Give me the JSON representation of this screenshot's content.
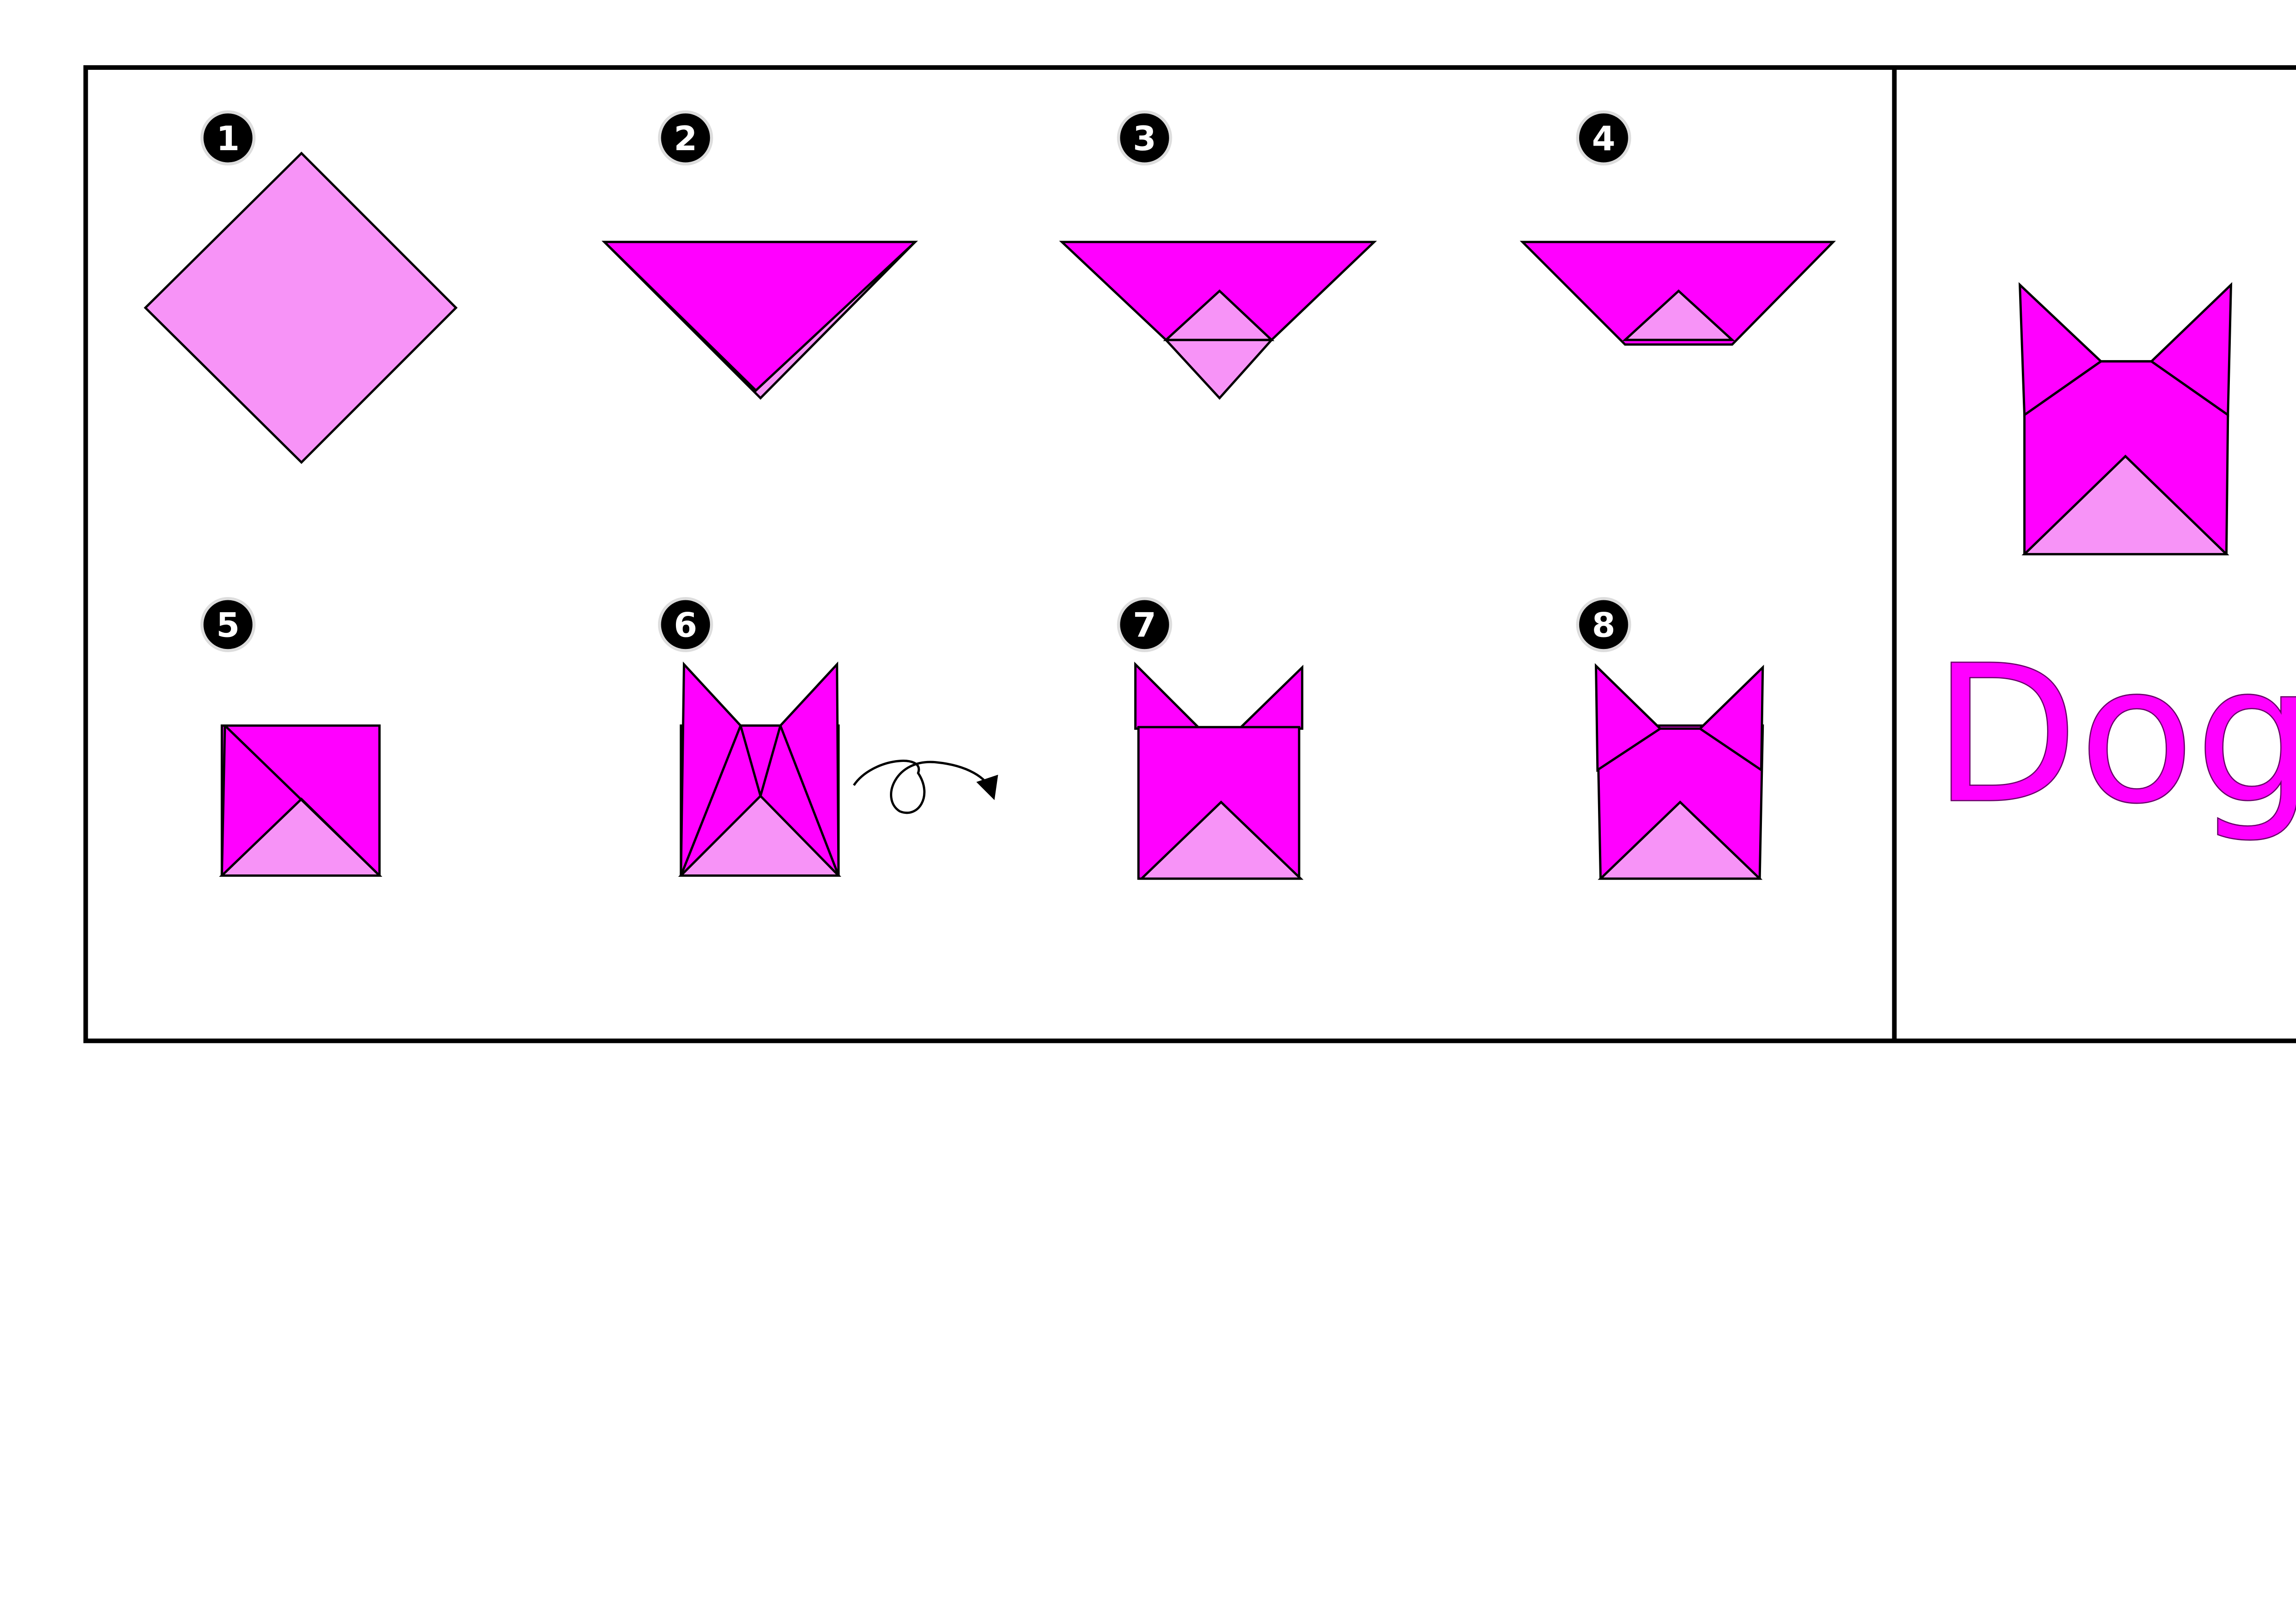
{
  "title": "Dog",
  "colors": {
    "magenta": "#ff00ff",
    "light_pink": "#f793f7",
    "stroke": "#000000",
    "badge_fill": "#000000",
    "badge_text": "#ffffff",
    "title_color": "#ff00ff"
  },
  "steps": [
    {
      "number": "1"
    },
    {
      "number": "2"
    },
    {
      "number": "3"
    },
    {
      "number": "4"
    },
    {
      "number": "5"
    },
    {
      "number": "6"
    },
    {
      "number": "7"
    },
    {
      "number": "8"
    }
  ],
  "step6_extra": "turn-over-arrow-icon"
}
